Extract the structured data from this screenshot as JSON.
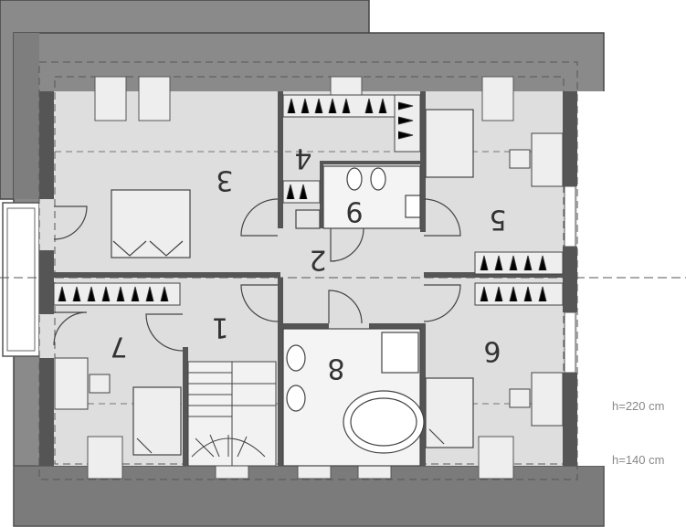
{
  "rooms": [
    {
      "id": "r1",
      "label": "1"
    },
    {
      "id": "r2",
      "label": "2"
    },
    {
      "id": "r3",
      "label": "3"
    },
    {
      "id": "r4",
      "label": "4"
    },
    {
      "id": "r5",
      "label": "5"
    },
    {
      "id": "r6",
      "label": "6"
    },
    {
      "id": "r7",
      "label": "7"
    },
    {
      "id": "r8",
      "label": "8"
    },
    {
      "id": "r9",
      "label": "9"
    }
  ],
  "height_labels": {
    "h220": "h=220 cm",
    "h140": "h=140 cm"
  },
  "colors": {
    "roof": "#8a8a8a",
    "roof_dark": "#6f6f6f",
    "floor": "#dedede",
    "wall": "#555555",
    "furniture": "#eeeeee",
    "line": "#444444"
  }
}
